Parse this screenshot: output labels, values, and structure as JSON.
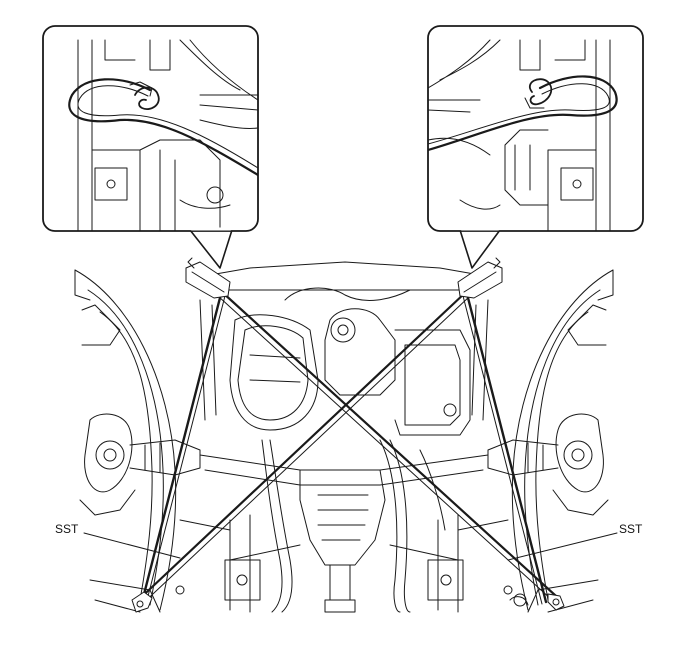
{
  "diagram": {
    "callouts": [
      {
        "id": "left-detail"
      },
      {
        "id": "right-detail"
      }
    ],
    "labels": {
      "sst_left": "SST",
      "sst_right": "SST"
    },
    "colors": {
      "line": "#1a1a1a",
      "background": "#ffffff"
    }
  }
}
